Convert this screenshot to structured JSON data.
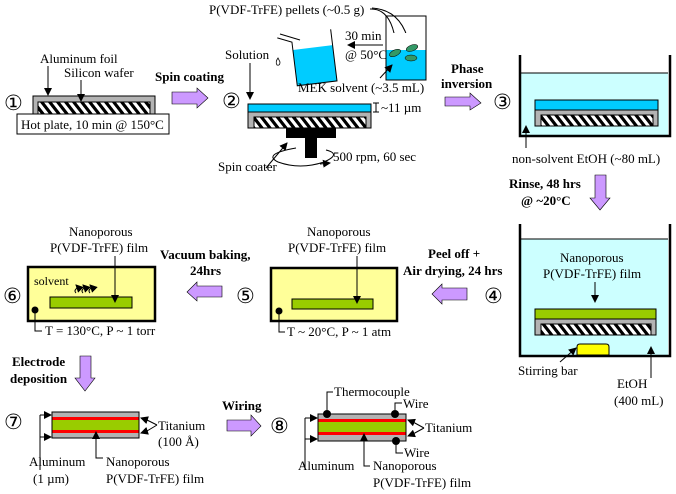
{
  "colors": {
    "process_arrow": "#cc99ff",
    "aluminum": "#b3b3b3",
    "solution": "#00ccff",
    "etoh_bath": "#ccffff",
    "film": "#99cc00",
    "oven": "#ffff99",
    "titanium": "#ff0000",
    "stirring_bar": "#ffff00",
    "pellet": "#339966"
  },
  "steps": {
    "s1": {
      "number": "①",
      "labels": {
        "aluminum_foil": "Aluminum foil",
        "silicon_wafer": "Silicon wafer",
        "hot_plate": "Hot plate, 10 min @ 150°C"
      }
    },
    "s2": {
      "number": "②",
      "labels": {
        "pellets": "P(VDF-TrFE) pellets (~0.5 g)",
        "time": "30 min",
        "temp": "@ 50°C",
        "solution": "Solution",
        "mek": "MEK solvent (~3.5 mL)",
        "thickness": "~11 µm",
        "spin_coater": "Spin coater",
        "rpm": "500 rpm, 60 sec"
      }
    },
    "s3": {
      "number": "③",
      "labels": {
        "non_solvent": "non-solvent EtOH (~80 mL)"
      }
    },
    "s4": {
      "number": "④",
      "labels": {
        "film_line1": "Nanoporous",
        "film_line2": "P(VDF-TrFE) film",
        "stirring_bar": "Stirring bar",
        "etoh_line1": "EtOH",
        "etoh_line2": "(400 mL)"
      }
    },
    "s5": {
      "number": "⑤",
      "labels": {
        "film_line1": "Nanoporous",
        "film_line2": "P(VDF-TrFE) film",
        "conditions": "T ~ 20°C, P ~ 1 atm"
      }
    },
    "s6": {
      "number": "⑥",
      "labels": {
        "film_line1": "Nanoporous",
        "film_line2": "P(VDF-TrFE) film",
        "solvent": "solvent",
        "conditions": "T = 130°C, P ~ 1 torr"
      }
    },
    "s7": {
      "number": "⑦",
      "labels": {
        "titanium": "Titanium",
        "titanium_thickness": "(100 Å)",
        "aluminum": "Aluminum",
        "aluminum_thickness": "(1 µm)",
        "film_line1": "Nanoporous",
        "film_line2": "P(VDF-TrFE) film"
      }
    },
    "s8": {
      "number": "⑧",
      "labels": {
        "thermocouple": "Thermocouple",
        "wire_top": "Wire",
        "titanium": "Titanium",
        "wire_bottom": "Wire",
        "aluminum": "Aluminum",
        "film_line1": "Nanoporous",
        "film_line2": "P(VDF-TrFE) film"
      }
    }
  },
  "transitions": {
    "spin_coating": "Spin coating",
    "phase_inversion_1": "Phase",
    "phase_inversion_2": "inversion",
    "rinse_1": "Rinse, 48 hrs",
    "rinse_2": "@ ~20°C",
    "peel_off_1": "Peel off +",
    "peel_off_2": "Air drying, 24 hrs",
    "vacuum_1": "Vacuum baking,",
    "vacuum_2": "24hrs",
    "electrode_1": "Electrode",
    "electrode_2": "deposition",
    "wiring": "Wiring"
  }
}
